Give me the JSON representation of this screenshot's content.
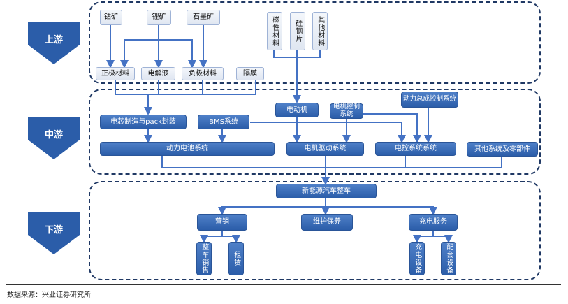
{
  "stages": {
    "upstream": "上游",
    "midstream": "中游",
    "downstream": "下游"
  },
  "upstream": {
    "minerals": [
      "钴矿",
      "锂矿",
      "石墨矿"
    ],
    "materials": [
      "磁性材料",
      "硅钢片",
      "其他材料"
    ],
    "components": [
      "正极材料",
      "电解液",
      "负极材料",
      "隔膜"
    ]
  },
  "midstream": {
    "cell_pack": "电芯制造与pack封装",
    "bms": "BMS系统",
    "motor": "电动机",
    "motor_control": "电机控制系统",
    "powertrain_control": "动力总成控制系统",
    "battery_system": "动力电池系统",
    "motor_drive": "电机驱动系统",
    "electronic_control": "电控系统系统",
    "other_parts": "其他系统及零部件"
  },
  "downstream": {
    "vehicle": "新能源汽车整车",
    "sales": "营销",
    "maintenance": "维护保养",
    "charging": "充电服务",
    "sales_items": [
      "整车销售",
      "租赁"
    ],
    "charging_items": [
      "充电设备",
      "配套设备"
    ]
  },
  "source": "数据来源：兴业证券研究所",
  "colors": {
    "accent": "#2b5da9",
    "border": "#1f3864",
    "line": "#4472c4"
  }
}
